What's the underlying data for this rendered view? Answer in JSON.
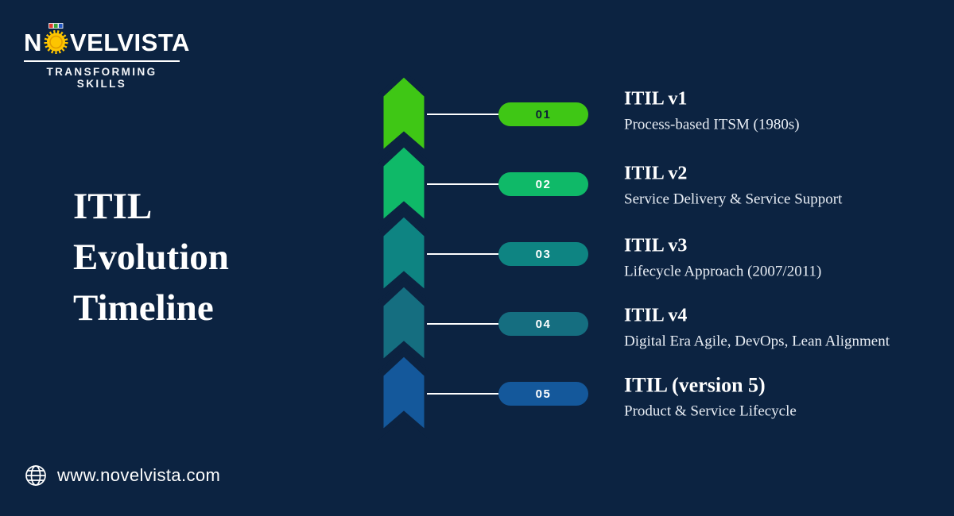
{
  "page": {
    "background": "#0c2341"
  },
  "logo": {
    "name_prefix": "N",
    "name_suffix": "VELVISTA",
    "tagline": "TRANSFORMING SKILLS",
    "medal_color": "#fdc500",
    "medal_ring_color": "#e09c00",
    "ribbon_colors": {
      "red": "#e03a2f",
      "green": "#3aa335",
      "blue": "#2257c4"
    }
  },
  "heading": {
    "lines": [
      "ITIL",
      "Evolution",
      "Timeline"
    ]
  },
  "timeline": {
    "entries": [
      {
        "number": "01",
        "title": "ITIL v1",
        "subtitle": "Process-based ITSM (1980s)",
        "color": "#3fc715",
        "number_color": "#0c2137"
      },
      {
        "number": "02",
        "title": "ITIL v2",
        "subtitle": "Service Delivery & Service Support",
        "color": "#0fb968",
        "number_color": "#ffffff"
      },
      {
        "number": "03",
        "title": "ITIL v3",
        "subtitle": "Lifecycle Approach (2007/2011)",
        "color": "#0e8482",
        "number_color": "#ffffff"
      },
      {
        "number": "04",
        "title": "ITIL v4",
        "subtitle": "Digital Era Agile, DevOps, Lean Alignment",
        "color": "#156e80",
        "number_color": "#ffffff"
      },
      {
        "number": "05",
        "title": "ITIL (version 5)",
        "subtitle": "Product & Service Lifecycle",
        "color": "#14589b",
        "number_color": "#ffffff"
      }
    ]
  },
  "footer": {
    "website": "www.novelvista.com"
  }
}
